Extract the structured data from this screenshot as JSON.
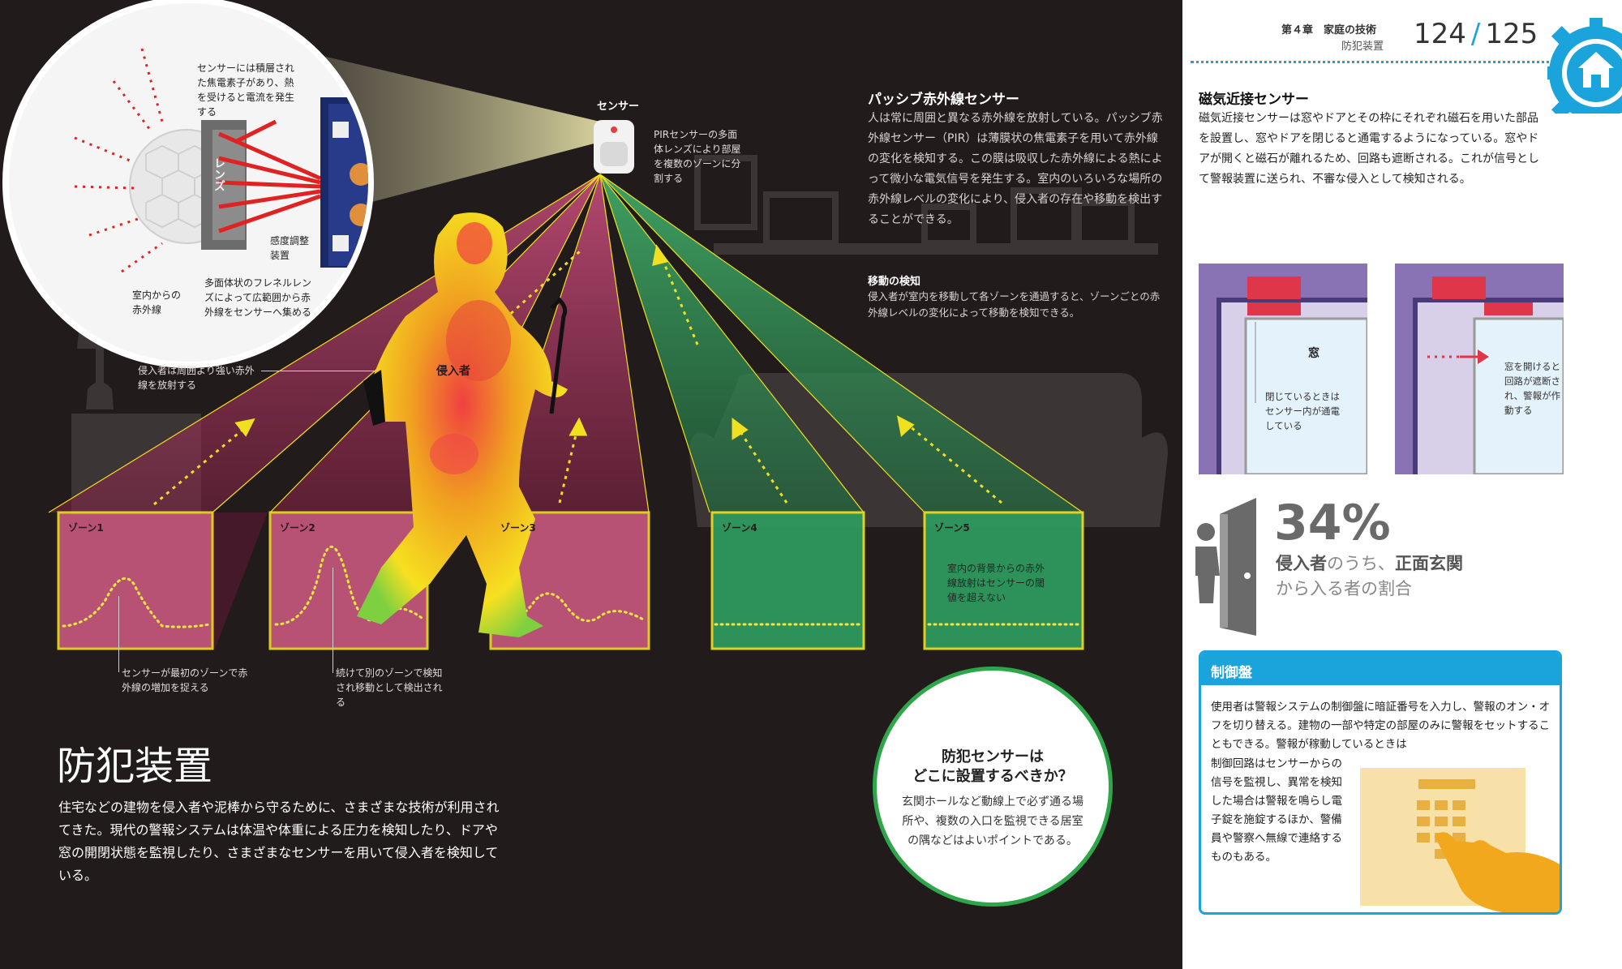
{
  "title": "防犯装置",
  "intro": "住宅などの建物を侵入者や泥棒から守るために、さまざまな技術が利用されてきた。現代の警報システムは体温や体重による圧力を検知したり、ドアや窓の開閉状態を監視したり、さまざまなセンサーを用いて侵入者を検知している。",
  "header": {
    "chapter": "第４章　家庭の技術",
    "section": "防犯装置",
    "page_left": "124",
    "separator": "/",
    "page_right": "125"
  },
  "lens_diagram": {
    "pyro_note": "センサーには積層された焦電素子があり、熱を受けると電流を発生する",
    "lens_label": "レンズ",
    "sensitivity": "感度調整装置",
    "fresnel_note": "多面体状のフレネルレンズによって広範囲から赤外線をセンサーへ集める",
    "room_ir": "室内からの赤外線"
  },
  "sensor": {
    "label": "センサー",
    "pir_note": "PIRセンサーの多面体レンズにより部屋を複数のゾーンに分割する"
  },
  "intruder": {
    "label": "侵入者",
    "note": "侵入者は周囲より強い赤外線を放射する"
  },
  "zones": [
    "ゾーン1",
    "ゾーン2",
    "ゾーン3",
    "ゾーン4",
    "ゾーン5"
  ],
  "zone_notes": {
    "first": "センサーが最初のゾーンで赤外線の増加を捉える",
    "next": "続けて別のゾーンで検知され移動として検出される",
    "background": "室内の背景からの赤外線放射はセンサーの閾値を超えない"
  },
  "passive": {
    "heading": "パッシブ赤外線センサー",
    "body": "人は常に周囲と異なる赤外線を放射している。パッシブ赤外線センサー（PIR）は薄膜状の焦電素子を用いて赤外線の変化を検知する。この膜は吸収した赤外線による熱によって微小な電気信号を発生する。室内のいろいろな場所の赤外線レベルの変化により、侵入者の存在や移動を検出することができる。"
  },
  "movement": {
    "heading": "移動の検知",
    "body": "侵入者が室内を移動して各ゾーンを通過すると、ゾーンごとの赤外線レベルの変化によって移動を検知できる。"
  },
  "question": {
    "heading_line1": "防犯センサーは",
    "heading_line2": "どこに設置するべきか？",
    "body": "玄関ホールなど動線上で必ず通る場所や、複数の入口を監視できる居室の隅などはよいポイントである。"
  },
  "magnetic": {
    "heading": "磁気近接センサー",
    "body": "磁気近接センサーは窓やドアとその枠にそれぞれ磁石を用いた部品を設置し、窓やドアを閉じると通電するようになっている。窓やドアが開くと磁石が離れるため、回路も遮断される。これが信号として警報装置に送られ、不審な侵入として検知される。",
    "window_label": "窓",
    "closed_note": "閉じているときはセンサー内が通電している",
    "open_note": "窓を開けると回路が遮断され、警報が作動する"
  },
  "stat": {
    "value": "34%",
    "line1_a": "侵入者",
    "line1_b": "のうち、",
    "line1_c": "正面玄関",
    "line2": "から入る者の割合"
  },
  "panel": {
    "heading": "制御盤",
    "body_top": "使用者は警報システムの制御盤に暗証番号を入力し、警報のオン・オフを切り替える。建物の一部や特定の部屋のみに警報をセットすることもできる。警報が稼動しているときは",
    "body_side": "制御回路はセンサーからの信号を監視し、異常を検知した場合は警報を鳴らし電子錠を施錠するほか、警備員や警察へ無線で連絡するものもある。"
  },
  "colors": {
    "dark_bg": "#221b1c",
    "accent_blue": "#1ba3dc",
    "zone_pink": "#d25a86",
    "zone_green": "#2e9c60",
    "zone_border": "#f0e020",
    "door_purple": "#8a73b4",
    "magnet_red": "#e0364a",
    "keypad_orange": "#f2a81c",
    "question_green": "#2ea64a"
  },
  "icons": [
    "gear-icon",
    "house-icon",
    "door-icon",
    "person-icon",
    "hand-icon",
    "keypad-icon"
  ]
}
